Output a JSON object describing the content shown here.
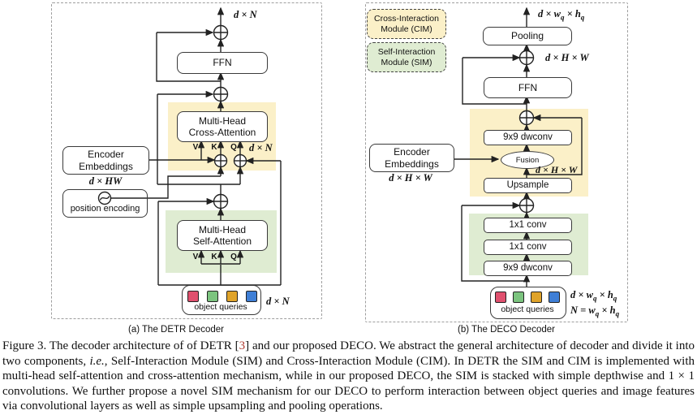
{
  "figure": {
    "detr": {
      "panel_caption": "(a) The DETR Decoder",
      "out_dim": "d × N",
      "ffn_label": "FFN",
      "cross_attn_line1": "Multi-Head",
      "cross_attn_line2": "Cross-Attention",
      "q_input_dim": "d × N",
      "encoder_line1": "Encoder",
      "encoder_line2": "Embeddings",
      "encoder_dim": "d × HW",
      "pos_enc_label": "position encoding",
      "self_attn_line1": "Multi-Head",
      "self_attn_line2": "Self-Attention",
      "queries_label": "object queries",
      "queries_dim": "d × N"
    },
    "deco": {
      "panel_caption": "(b) The DECO Decoder",
      "legend_cim_line1": "Cross-Interaction",
      "legend_cim_line2": "Module (CIM)",
      "legend_sim_line1": "Self-Interaction",
      "legend_sim_line2": "Module (SIM)",
      "out_dim_rich": [
        {
          "t": "d × w"
        },
        {
          "t": "q",
          "s": "sub"
        },
        {
          "t": " × h"
        },
        {
          "t": "q",
          "s": "sub"
        }
      ],
      "pooling_label": "Pooling",
      "ffn_add_dim": "d × H × W",
      "ffn_label": "FFN",
      "dwconv_top_label": "9x9 dwconv",
      "fusion_label": "Fusion",
      "fusion_in_dim": "d × H × W",
      "upsample_label": "Upsample",
      "encoder_line1": "Encoder",
      "encoder_line2": "Embeddings",
      "encoder_dim": "d × H × W",
      "conv1_label": "1x1 conv",
      "conv2_label": "1x1 conv",
      "dwconv_bottom_label": "9x9 dwconv",
      "queries_label": "object queries",
      "queries_dim1_rich": [
        {
          "t": "d × w"
        },
        {
          "t": "q",
          "s": "sub"
        },
        {
          "t": " × h"
        },
        {
          "t": "q",
          "s": "sub"
        }
      ],
      "queries_dim2_rich": [
        {
          "t": "N = w"
        },
        {
          "t": "q",
          "s": "sub"
        },
        {
          "t": " × h"
        },
        {
          "t": "q",
          "s": "sub"
        }
      ]
    },
    "attn_inputs": {
      "v": "V",
      "k": "K",
      "q": "Q"
    },
    "colors": {
      "cim_fill": "#fbf0c8",
      "sim_fill": "#dfecd2",
      "query_red": "#e0506e",
      "query_green": "#7cc47f",
      "query_orange": "#dfa32a",
      "query_blue": "#3f7fd6"
    },
    "caption": {
      "segments": [
        {
          "t": "Figure 3. The decoder architecture of of DETR ["
        },
        {
          "t": "3",
          "s": "cite"
        },
        {
          "t": "] and our proposed DECO. We abstract the general architecture of decoder and divide it into two components, "
        },
        {
          "t": "i.e.",
          "s": "i"
        },
        {
          "t": ", Self-Interaction Module (SIM) and Cross-Interaction Module (CIM). In DETR the SIM and CIM is implemented with multi-head self-attention and cross-attention mechanism, while in our proposed DECO, the SIM is stacked with simple depthwise and 1 × 1 convolutions. We further propose a novel SIM mechanism for our DECO to perform interaction between object queries and image features via convolutional layers as well as simple upsampling and pooling operations."
        }
      ]
    }
  }
}
